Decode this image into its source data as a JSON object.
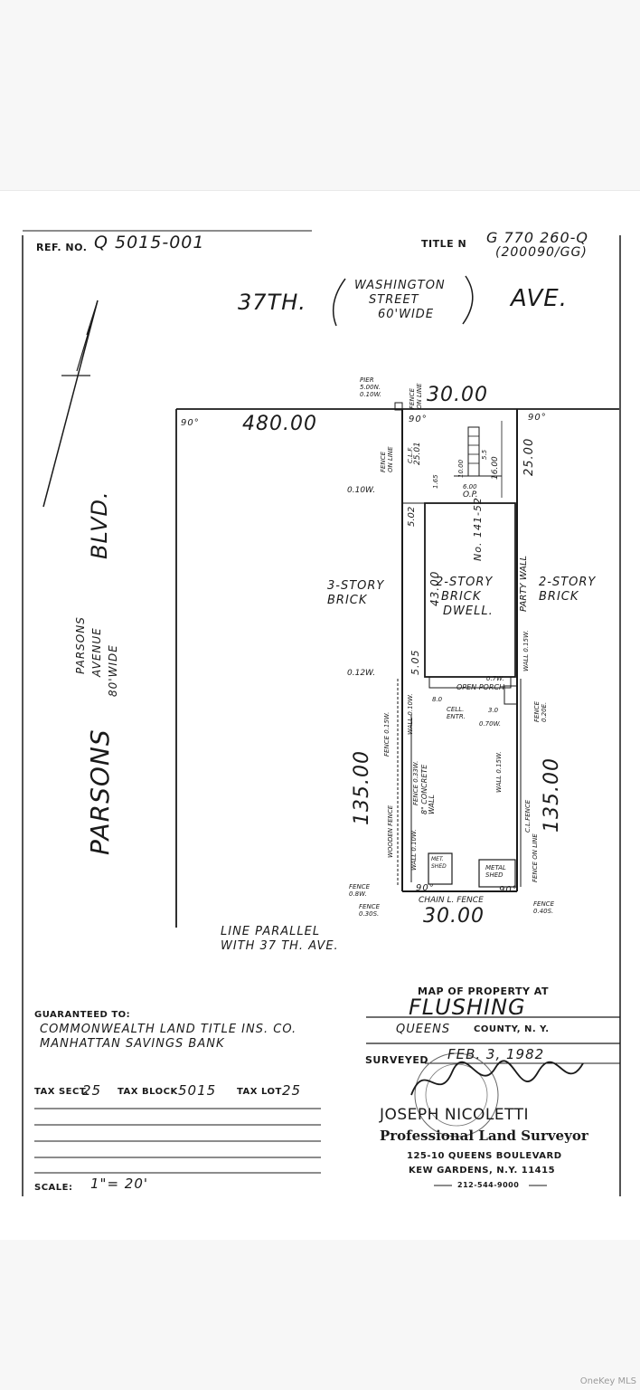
{
  "header": {
    "ref_label": "REF. NO.",
    "ref_value": "Q 5015-001",
    "title_label": "TITLE N",
    "title_value_1": "G 770 260-Q",
    "title_value_2": "(200090/GG)"
  },
  "streets": {
    "top_left": "37TH.",
    "top_middle_1": "WASHINGTON",
    "top_middle_2": "STREET",
    "top_middle_3": "60'WIDE",
    "top_right": "AVE.",
    "side_main": "PARSONS",
    "side_blvd": "BLVD.",
    "side_sub_1": "PARSONS",
    "side_sub_2": "AVENUE",
    "side_sub_3": "80'WIDE"
  },
  "plan": {
    "front_width": "30.00",
    "rear_width": "30.00",
    "distance_to_corner": "480.00",
    "left_depth": "135.00",
    "right_depth": "135.00",
    "angle_tl": "90°",
    "angle_tm": "90°",
    "angle_tr": "90°",
    "angle_bl": "90°",
    "angle_br": "90°",
    "pier_1": "PIER",
    "pier_2": "5.00N.",
    "pier_3": "0.10W.",
    "fence_top_1": "FENCE",
    "fence_top_2": "ON LINE",
    "fence_left_1": "FENCE",
    "fence_left_2": "ON LINE",
    "clf_1": "C.L.F.",
    "dim_25_01": "25.01",
    "dim_0_10w": "0.10W.",
    "dim_0_12w": "0.12W.",
    "dim_5_02": "5.02",
    "dim_1_65": "1.65",
    "dim_10_00": "10.00",
    "dim_5_5": "5.5",
    "dim_16_00": "16.00",
    "dim_6_00": "6.00",
    "op": "O.P.",
    "dim_25_00": "25.00",
    "house_number": "No. 141-52",
    "house_1": "2-STORY",
    "house_2": "BRICK",
    "house_3": "DWELL.",
    "dim_43_00": "43.00",
    "dim_5_05": "5.05",
    "left_bldg_1": "3-STORY",
    "left_bldg_2": "BRICK",
    "right_bldg_1": "2-STORY",
    "right_bldg_2": "BRICK",
    "party_wall": "PARTY WALL",
    "wall_015w": "WALL 0.15W.",
    "open_porch": "OPEN PORCH",
    "dim_0_7w": "0.7W.",
    "dim_8_0": "8.0",
    "dim_3_0": "3.0",
    "cell_entr_1": "CELL.",
    "cell_entr_2": "ENTR.",
    "dim_0_70w": "0.70W.",
    "fence_020e_1": "FENCE",
    "fence_020e_2": "0.20E.",
    "wall_010w": "WALL 0.10W.",
    "fence_015w": "FENCE 0.15W.",
    "fence_033w": "FENCE 0.33W.",
    "concrete_1": "8\" CONCRETE",
    "concrete_2": "WALL",
    "wall_015w_b": "WALL 0.15W.",
    "cl_fence": "C.L.FENCE",
    "wooden_fence": "WOODEN FENCE",
    "wall_0_10w_b": "WALL 0.10W.",
    "met_shed_1": "MET.",
    "met_shed_2": "SHED",
    "metal_shed_1": "METAL",
    "metal_shed_2": "SHED",
    "fence_online_r": "FENCE ON LINE",
    "fence_08w_1": "FENCE",
    "fence_08w_2": "0.8W.",
    "fence_030s_1": "FENCE",
    "fence_030s_2": "0.30S.",
    "fence_040s_1": "FENCE",
    "fence_040s_2": "0.40S.",
    "chain_fence": "CHAIN L. FENCE",
    "line_parallel_1": "LINE PARALLEL",
    "line_parallel_2": "WITH 37 TH. AVE."
  },
  "title_block": {
    "map_of": "MAP OF PROPERTY AT",
    "location": "FLUSHING",
    "county_name": "QUEENS",
    "county_label": "COUNTY, N. Y.",
    "surveyed_label": "SURVEYED",
    "surveyed_date": "FEB. 3, 1982",
    "surveyor_name": "JOSEPH NICOLETTI",
    "surveyor_title": "Professional Land Surveyor",
    "address_1": "125-10 QUEENS BOULEVARD",
    "address_2": "KEW GARDENS, N.Y. 11415",
    "phone": "212-544-9000"
  },
  "guarantee": {
    "label": "GUARANTEED TO:",
    "line_1": "COMMONWEALTH LAND TITLE INS. CO.",
    "line_2": "MANHATTAN SAVINGS BANK"
  },
  "tax": {
    "sect_label": "TAX SECT.",
    "sect_value": "25",
    "block_label": "TAX BLOCK",
    "block_value": "5015",
    "lot_label": "TAX LOT",
    "lot_value": "25"
  },
  "scale": {
    "label": "SCALE:",
    "value": "1\"= 20'"
  },
  "watermark": "OneKey MLS"
}
